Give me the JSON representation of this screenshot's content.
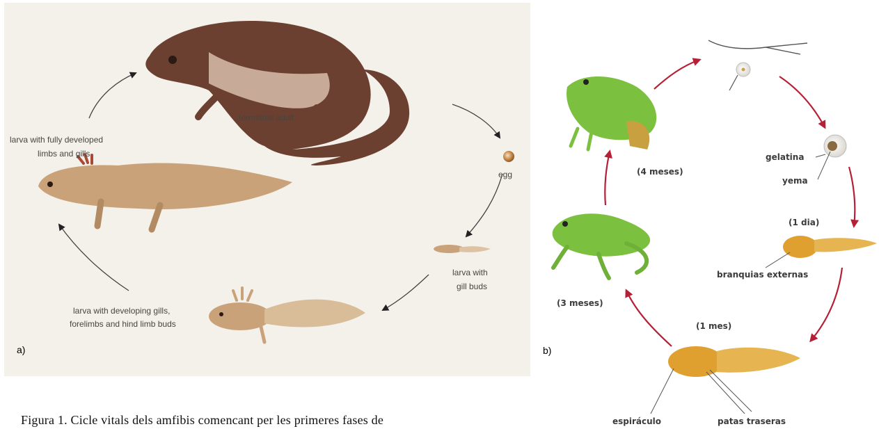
{
  "panel_a": {
    "tag": "a)",
    "labels": {
      "terrestrial_adult": "terrestrial adult",
      "egg": "egg",
      "larva_gill_buds_1": "larva with",
      "larva_gill_buds_2": "gill buds",
      "larva_developing_1": "larva with developing gills,",
      "larva_developing_2": "forelimbs and hind limb buds",
      "larva_full_1": "larva with fully developed",
      "larva_full_2": "limbs and gills"
    }
  },
  "panel_b": {
    "tag": "b)",
    "labels": {
      "gelatina": "gelatina",
      "yema": "yema",
      "dia": "(1 dia)",
      "branquias": "branquias externas",
      "mes": "(1 mes)",
      "espiraculo": "espiráculo",
      "patas": "patas traseras",
      "tres_meses": "(3 meses)",
      "cuatro_meses": "(4 meses)"
    }
  },
  "caption": "Figura 1. Cicle vitals dels amfibis comencant per les primeres fases de",
  "colors": {
    "salamander_brown": "#6b4030",
    "larva_tan": "#c9a27a",
    "frog_green": "#7cc040",
    "tadpole_orange": "#e0a030",
    "cycle_arrow_red": "#b52036",
    "arrow_dark": "#333333"
  }
}
